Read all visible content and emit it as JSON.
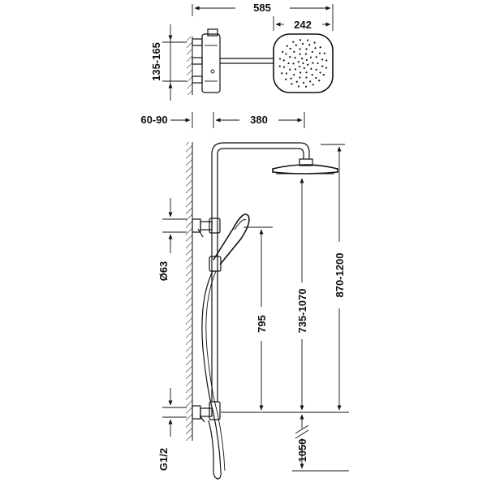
{
  "dimensions": {
    "total_width": "585",
    "head_width": "242",
    "valve_spacing": "135-165",
    "wall_projection": "60-90",
    "arm_reach": "380",
    "head_height_range": "870-1200",
    "arm_height_range": "735-1070",
    "handshower_height": "795",
    "outlet_diameter": "Ø63",
    "floor_height": "1050",
    "connection_thread": "G1/2"
  },
  "colors": {
    "line": "#111111",
    "background": "#ffffff"
  }
}
